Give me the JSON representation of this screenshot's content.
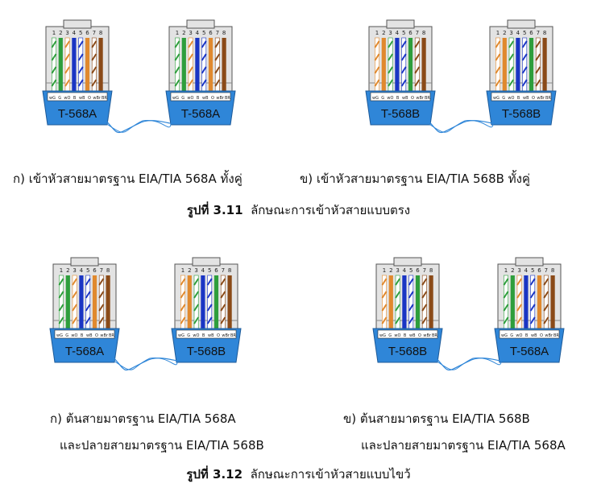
{
  "pin_numbers": [
    "1",
    "2",
    "3",
    "4",
    "5",
    "6",
    "7",
    "8"
  ],
  "pin_codes": [
    "wG",
    "G",
    "wO",
    "B",
    "wB",
    "O",
    "wBr",
    "BR"
  ],
  "standards": {
    "a": "T-568A",
    "b": "T-568B"
  },
  "colors": {
    "green": "#2e9e3c",
    "orange": "#e0892e",
    "blue": "#1a35c4",
    "brown": "#8a4a18",
    "boot": "#2f86d8",
    "body": "#e3e3e3",
    "cable": "#2f86d8"
  },
  "pin_order": {
    "T-568A": [
      "wG",
      "G",
      "wO",
      "B",
      "wB",
      "O",
      "wBr",
      "BR"
    ],
    "T-568B": [
      "wO",
      "O",
      "wG",
      "B",
      "wB",
      "G",
      "wBr",
      "BR"
    ]
  },
  "figure_3_11": {
    "left_plugs": [
      "T-568A",
      "T-568A"
    ],
    "right_plugs": [
      "T-568B",
      "T-568B"
    ],
    "caption_a": "ก) เข้าหัวสายมาตรฐาน EIA/TIA 568A ทั้งคู่",
    "caption_b": "ข)  เข้าหัวสายมาตรฐาน EIA/TIA 568B ทั้งคู่",
    "figure_label": "รูปที่ 3.11",
    "figure_title": "ลักษณะการเข้าหัวสายแบบตรง"
  },
  "figure_3_12": {
    "left_plugs": [
      "T-568A",
      "T-568B"
    ],
    "right_plugs": [
      "T-568B",
      "T-568A"
    ],
    "caption_a_line1": "ก) ต้นสายมาตรฐาน EIA/TIA 568A",
    "caption_a_line2": "และปลายสายมาตรฐาน EIA/TIA 568B",
    "caption_b_line1": "ข)  ต้นสายมาตรฐาน EIA/TIA 568B",
    "caption_b_line2": "และปลายสายมาตรฐาน EIA/TIA 568A",
    "figure_label": "รูปที่ 3.12",
    "figure_title": "ลักษณะการเข้าหัวสายแบบไขว้"
  }
}
